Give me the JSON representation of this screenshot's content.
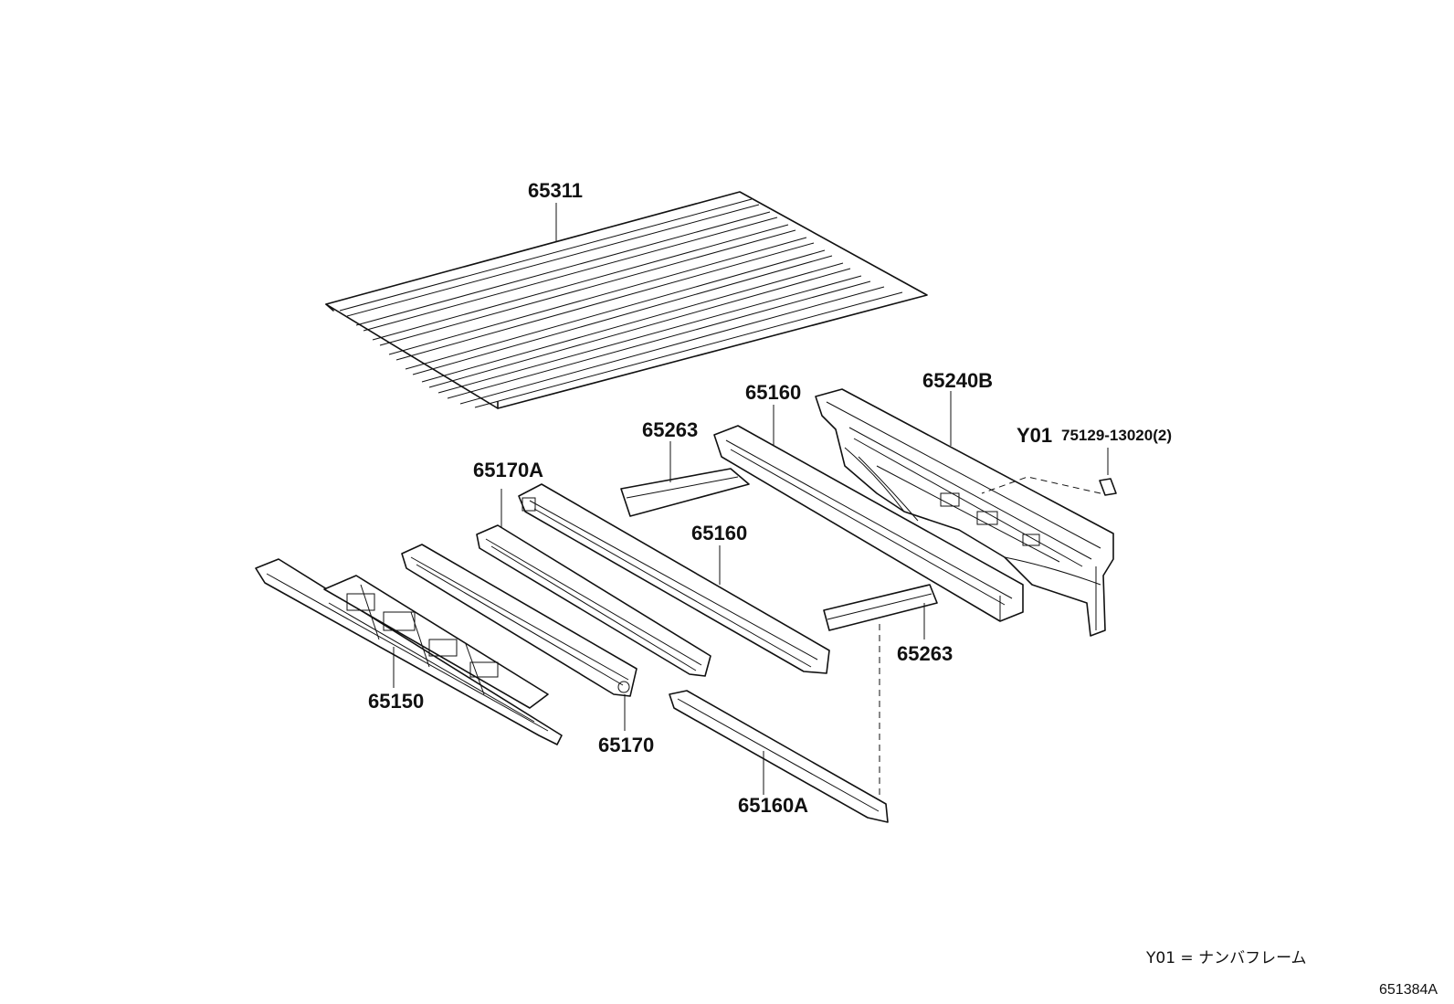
{
  "parts": {
    "p65311": "65311",
    "p65240B": "65240B",
    "p65160_upper": "65160",
    "p65263_upper": "65263",
    "p65170A": "65170A",
    "p65160_mid": "65160",
    "p65263_lower": "65263",
    "p65150": "65150",
    "p65170": "65170",
    "p65160A": "65160A"
  },
  "fastener": {
    "code": "Y01",
    "part_number": "75129-13020(2)"
  },
  "legend": "Y01 = ナンバフレーム",
  "diagram_id": "651384A"
}
